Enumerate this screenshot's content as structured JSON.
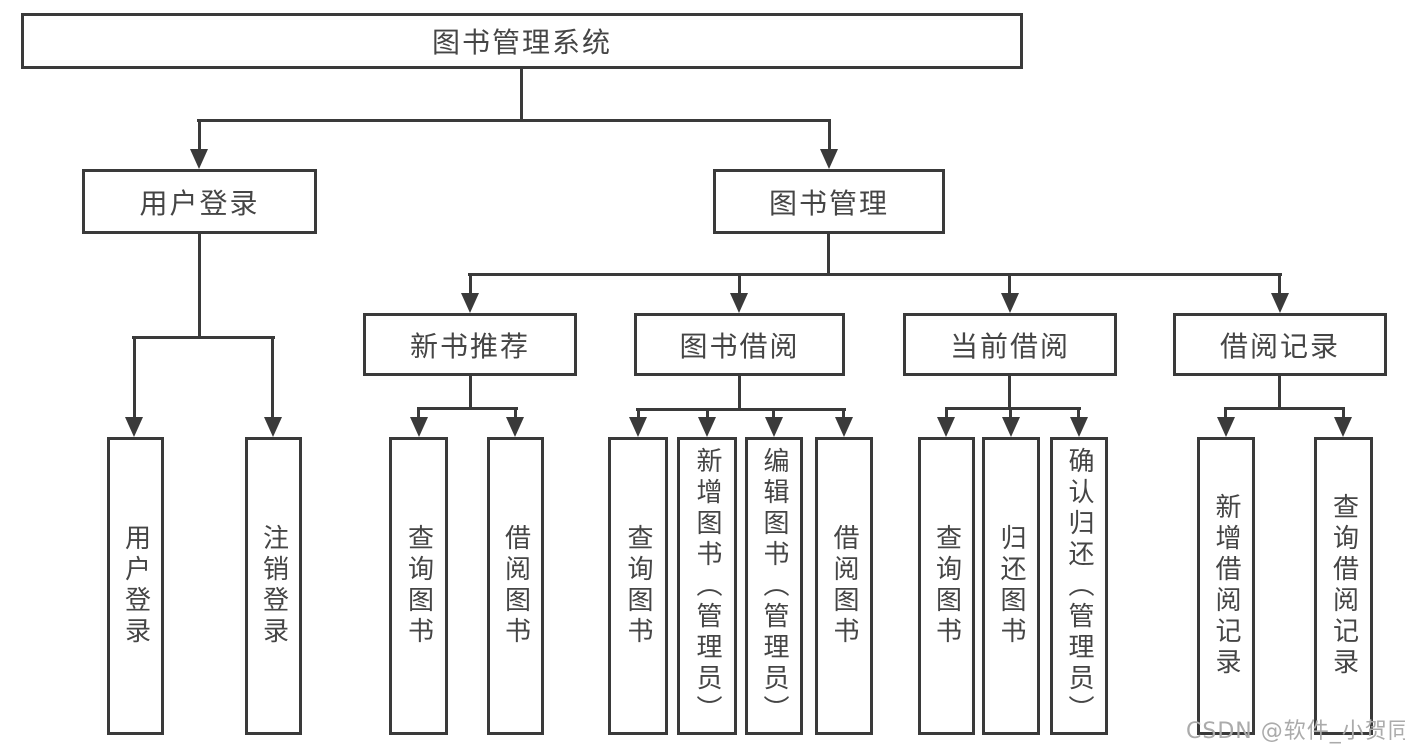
{
  "root": {
    "label": "图书管理系统"
  },
  "branches": {
    "user_login": {
      "label": "用户登录",
      "children": {
        "login": {
          "label": "用户登录"
        },
        "logout": {
          "label": "注销登录"
        }
      }
    },
    "book_mgmt": {
      "label": "图书管理",
      "sections": {
        "new_book_rec": {
          "label": "新书推荐",
          "children": {
            "query_books": {
              "label": "查询图书"
            },
            "borrow_books": {
              "label": "借阅图书"
            }
          }
        },
        "book_borrow": {
          "label": "图书借阅",
          "children": {
            "query_books": {
              "label": "查询图书"
            },
            "add_books": {
              "label": "新增图书（管理员）"
            },
            "edit_books": {
              "label": "编辑图书（管理员）"
            },
            "borrow_books": {
              "label": "借阅图书"
            }
          }
        },
        "current_borrow": {
          "label": "当前借阅",
          "children": {
            "query_books": {
              "label": "查询图书"
            },
            "return_books": {
              "label": "归还图书"
            },
            "confirm_return": {
              "label": "确认归还（管理员）"
            }
          }
        },
        "borrow_record": {
          "label": "借阅记录",
          "children": {
            "add_record": {
              "label": "新增借阅记录"
            },
            "query_record": {
              "label": "查询借阅记录"
            }
          }
        }
      }
    }
  },
  "colors": {
    "line": "#3a3a3a",
    "text": "#454545",
    "watermark": "#ababab",
    "background": "#ffffff"
  },
  "watermark": {
    "text": "CSDN @软件_小贺同学"
  }
}
